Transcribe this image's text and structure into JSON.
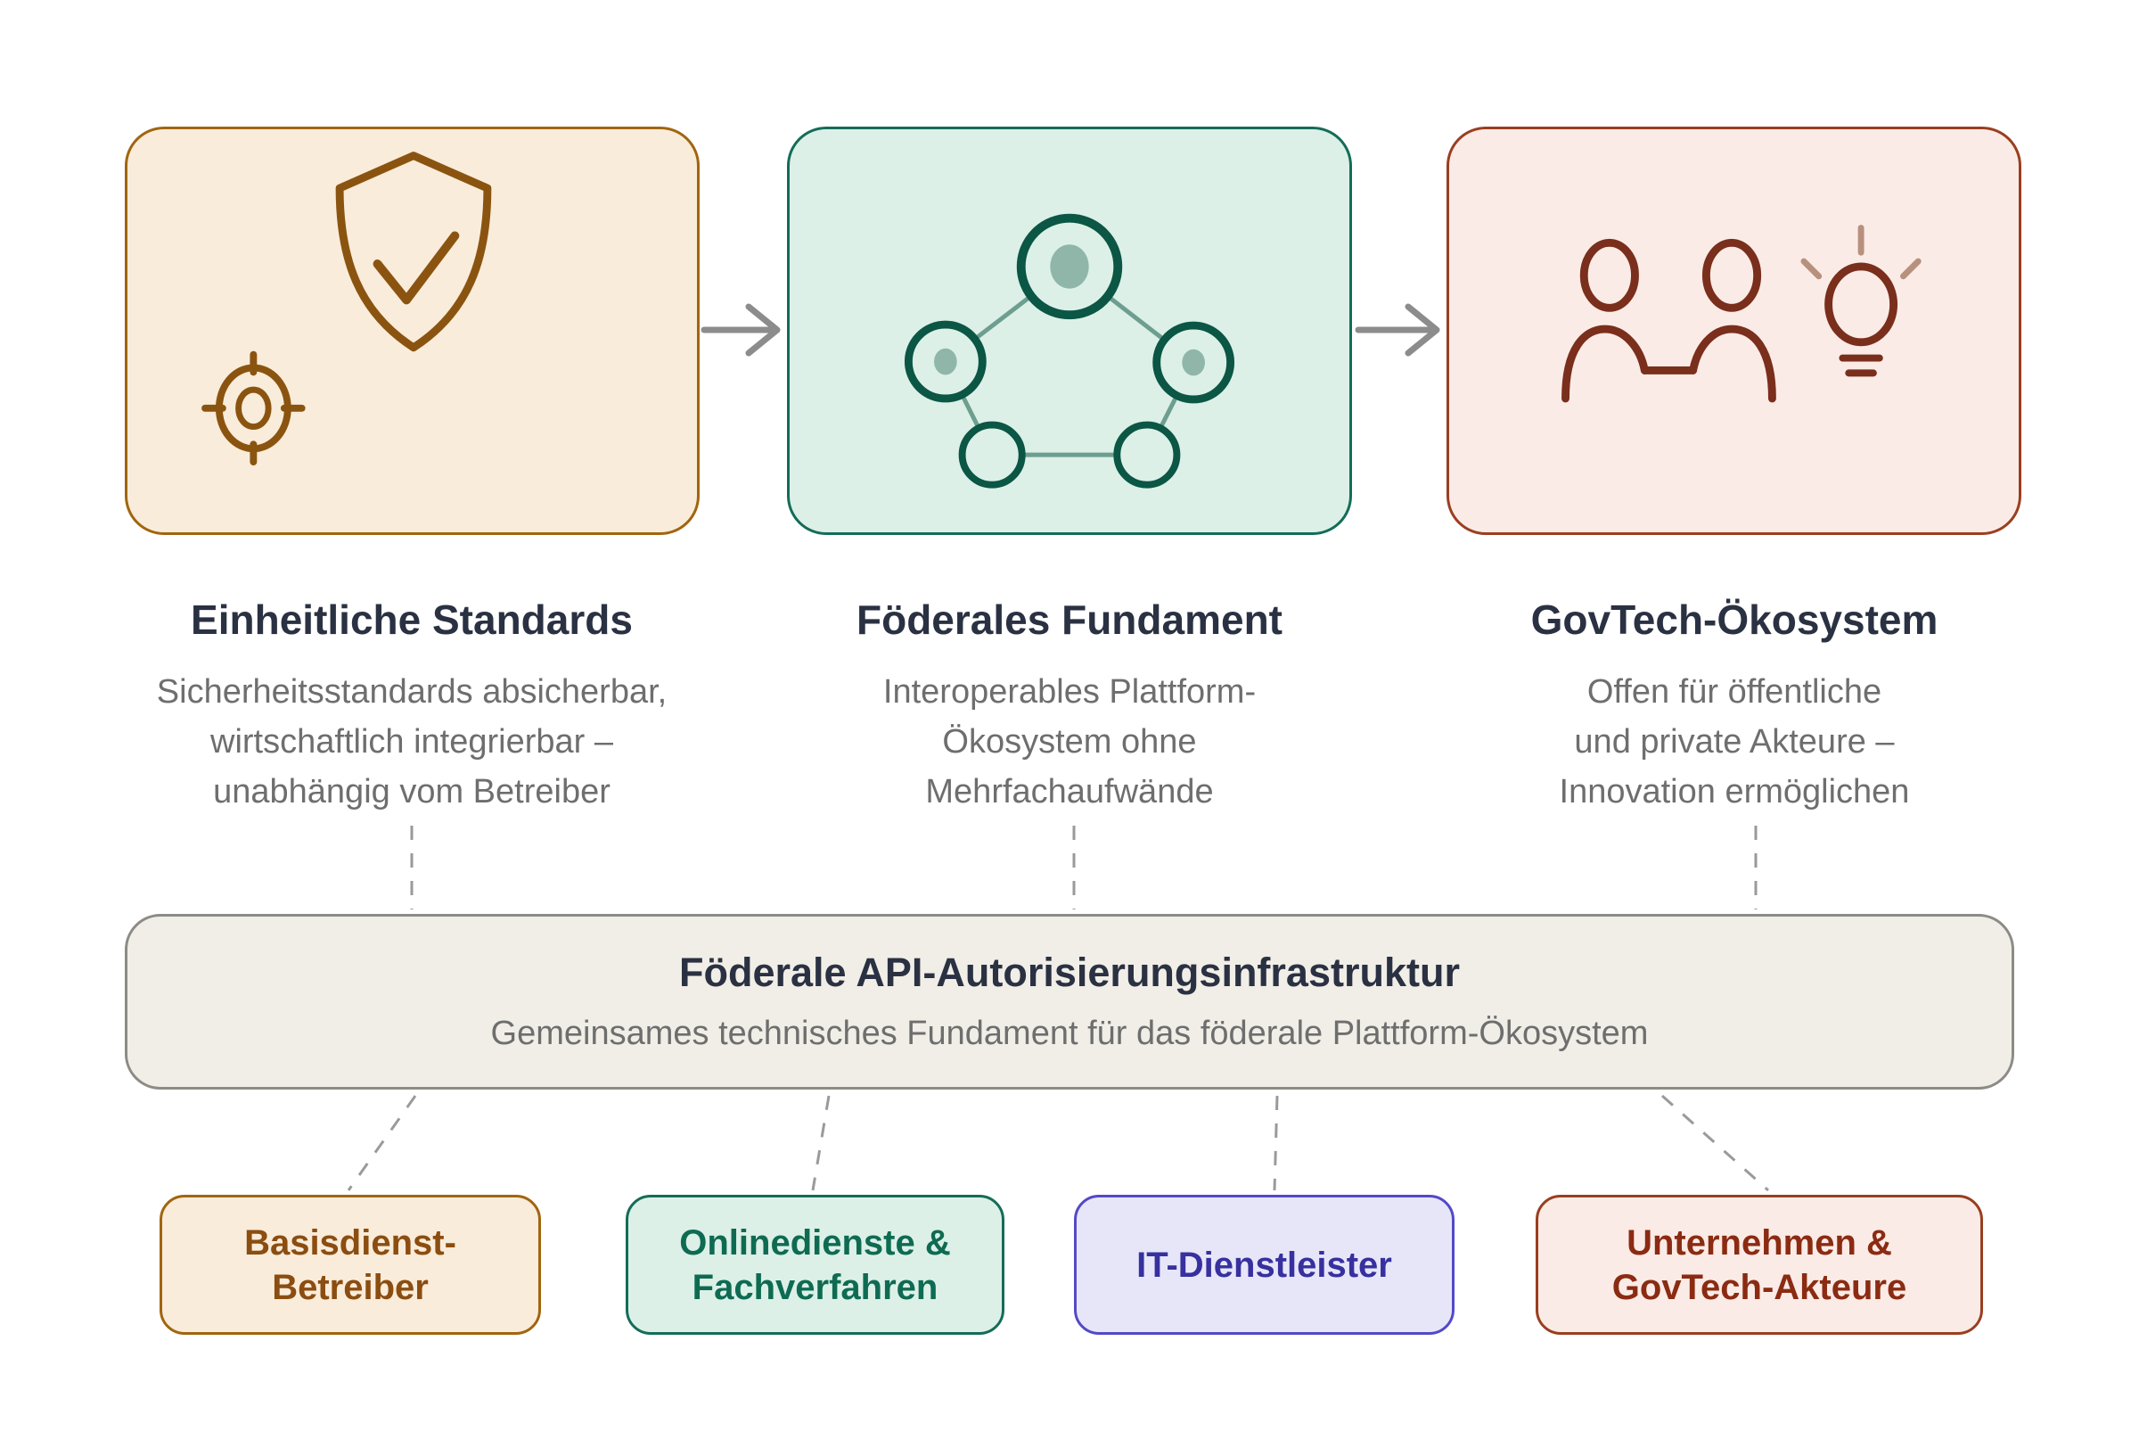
{
  "page": {
    "background": "#FFFFFF"
  },
  "top_row": {
    "cards": [
      {
        "icon": "shield-check-and-target",
        "bg": "#F9ECDA",
        "border": "#A1650F",
        "icon_color": "#8A5410"
      },
      {
        "icon": "network-pentagon",
        "bg": "#DCF0E8",
        "border": "#146C57",
        "icon_color": "#0B5644"
      },
      {
        "icon": "people-and-lightbulb",
        "bg": "#FAEBE6",
        "border": "#9A3E20",
        "icon_color": "#7A2E1C"
      }
    ],
    "arrow_color": "#8C8C8C"
  },
  "columns": [
    {
      "title": "Einheitliche Standards",
      "lines": [
        "Sicherheitsstandards absicherbar,",
        "wirtschaftlich integrierbar –",
        "unabhängig vom Betreiber"
      ]
    },
    {
      "title": "Föderales Fundament",
      "lines": [
        "Interoperables Plattform-",
        "Ökosystem ohne",
        "Mehrfachaufwände"
      ]
    },
    {
      "title": "GovTech-Ökosystem",
      "lines": [
        "Offen für öffentliche",
        "und private Akteure –",
        "Innovation ermöglichen"
      ]
    }
  ],
  "infrastructure_bar": {
    "title": "Föderale API-Autorisierungsinfrastruktur",
    "subtitle": "Gemeinsames technisches Fundament für das föderale Plattform-Ökosystem",
    "bg": "#F1EEE7",
    "border": "#8C8B86"
  },
  "actor_boxes": [
    {
      "lines": [
        "Basisdienst-",
        "Betreiber"
      ],
      "bg": "#F9ECDA",
      "border": "#A1650F",
      "text_color": "#8B4D10"
    },
    {
      "lines": [
        "Onlinedienste &",
        "Fachverfahren"
      ],
      "bg": "#DCF0E8",
      "border": "#146C57",
      "text_color": "#0E6B52"
    },
    {
      "lines": [
        "IT-Dienstleister"
      ],
      "bg": "#E7E6F8",
      "border": "#5349C7",
      "text_color": "#37309F"
    },
    {
      "lines": [
        "Unternehmen &",
        "GovTech-Akteure"
      ],
      "bg": "#FAEBE6",
      "border": "#9A3E20",
      "text_color": "#8B2B12"
    }
  ],
  "text_colors": {
    "title": "#2A3142",
    "body": "#6E6E6E"
  },
  "connector_color": "#9A9A9A"
}
